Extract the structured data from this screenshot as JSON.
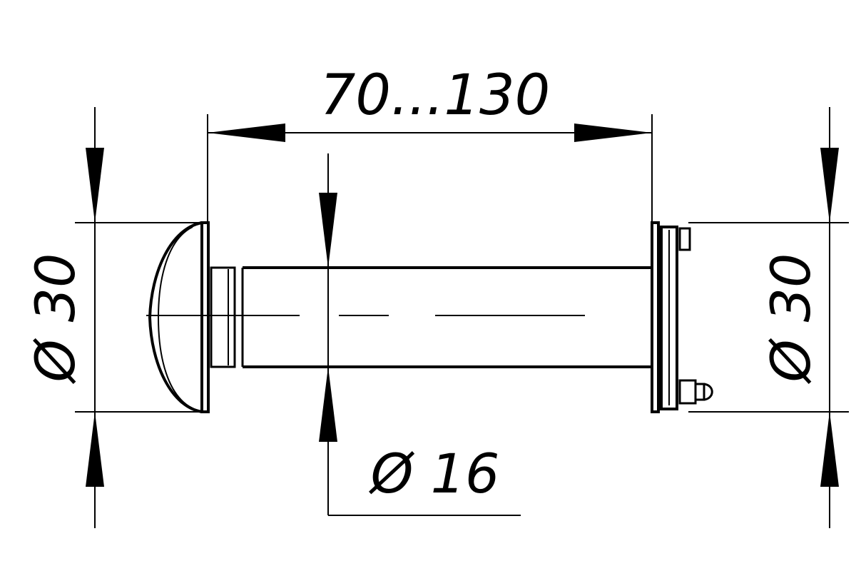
{
  "drawing": {
    "length_label": "70...130",
    "left_diameter_label": "Ø 30",
    "right_diameter_label": "Ø 30",
    "tube_diameter_label": "Ø 16"
  },
  "colors": {
    "ink": "#000000",
    "paper": "#ffffff"
  }
}
